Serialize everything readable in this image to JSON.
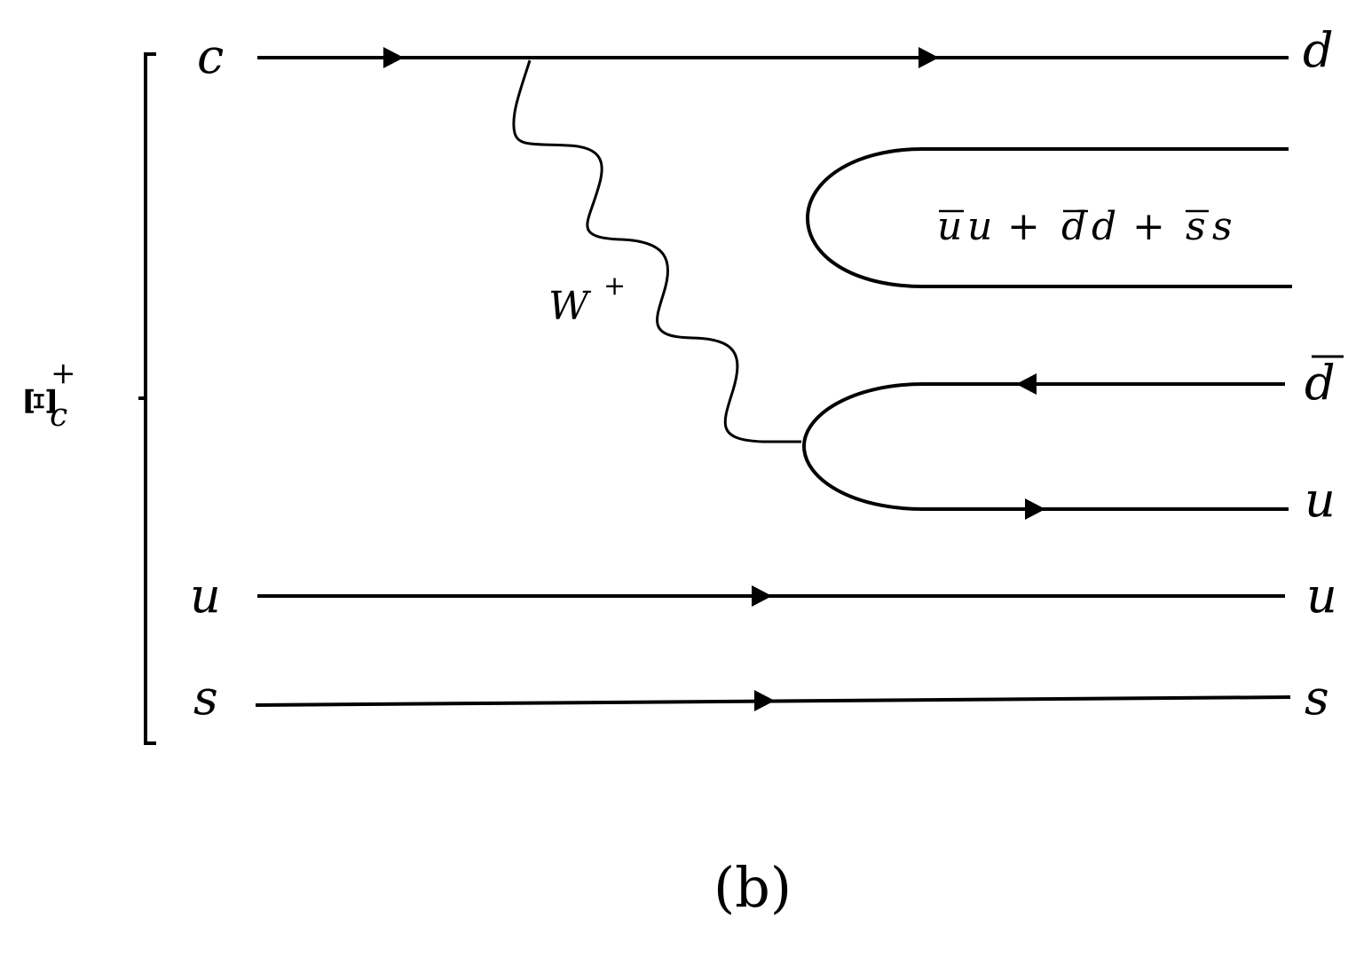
{
  "hadron": {
    "symbol": "Ξ",
    "subscript": "c",
    "superscript": "+"
  },
  "incoming": {
    "top": "c",
    "middle": "u",
    "bottom": "s"
  },
  "boson": {
    "symbol": "W",
    "superscript": "+"
  },
  "sea_pair": {
    "t1": "u",
    "t2": "u",
    "plus1": "+",
    "t3": "d",
    "t4": "d",
    "plus2": "+",
    "t5": "s",
    "t6": "s"
  },
  "outgoing": {
    "d": "d",
    "dbar": "d",
    "u_upper": "u",
    "u_lower": "u",
    "s": "s"
  },
  "caption": "(b)"
}
